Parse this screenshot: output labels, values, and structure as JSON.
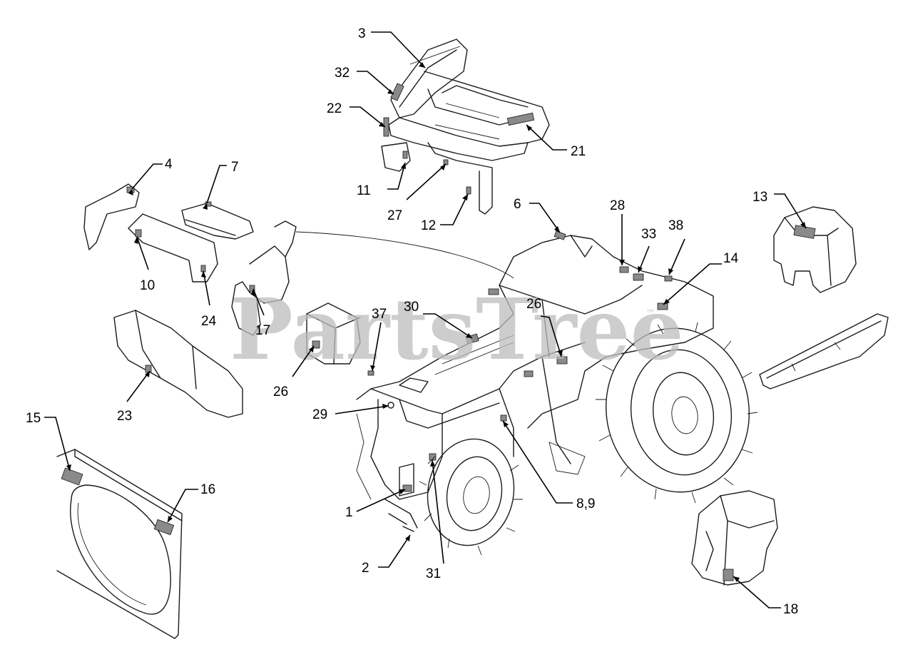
{
  "watermark": {
    "text": "PartsTree",
    "trademark": "™"
  },
  "callouts": [
    {
      "id": "c3",
      "label": "3"
    },
    {
      "id": "c32",
      "label": "32"
    },
    {
      "id": "c22",
      "label": "22"
    },
    {
      "id": "c21",
      "label": "21"
    },
    {
      "id": "c11",
      "label": "11"
    },
    {
      "id": "c27",
      "label": "27"
    },
    {
      "id": "c12",
      "label": "12"
    },
    {
      "id": "c4",
      "label": "4"
    },
    {
      "id": "c7",
      "label": "7"
    },
    {
      "id": "c10",
      "label": "10"
    },
    {
      "id": "c24",
      "label": "24"
    },
    {
      "id": "c17",
      "label": "17"
    },
    {
      "id": "c6",
      "label": "6"
    },
    {
      "id": "c28",
      "label": "28"
    },
    {
      "id": "c33",
      "label": "33"
    },
    {
      "id": "c38",
      "label": "38"
    },
    {
      "id": "c13",
      "label": "13"
    },
    {
      "id": "c14",
      "label": "14"
    },
    {
      "id": "c37",
      "label": "37"
    },
    {
      "id": "c30",
      "label": "30"
    },
    {
      "id": "c26a",
      "label": "26"
    },
    {
      "id": "c26b",
      "label": "26"
    },
    {
      "id": "c23",
      "label": "23"
    },
    {
      "id": "c29",
      "label": "29"
    },
    {
      "id": "c15",
      "label": "15"
    },
    {
      "id": "c16",
      "label": "16"
    },
    {
      "id": "c1",
      "label": "1"
    },
    {
      "id": "c89",
      "label": "8,9"
    },
    {
      "id": "c2",
      "label": "2"
    },
    {
      "id": "c31",
      "label": "31"
    },
    {
      "id": "c18",
      "label": "18"
    }
  ]
}
